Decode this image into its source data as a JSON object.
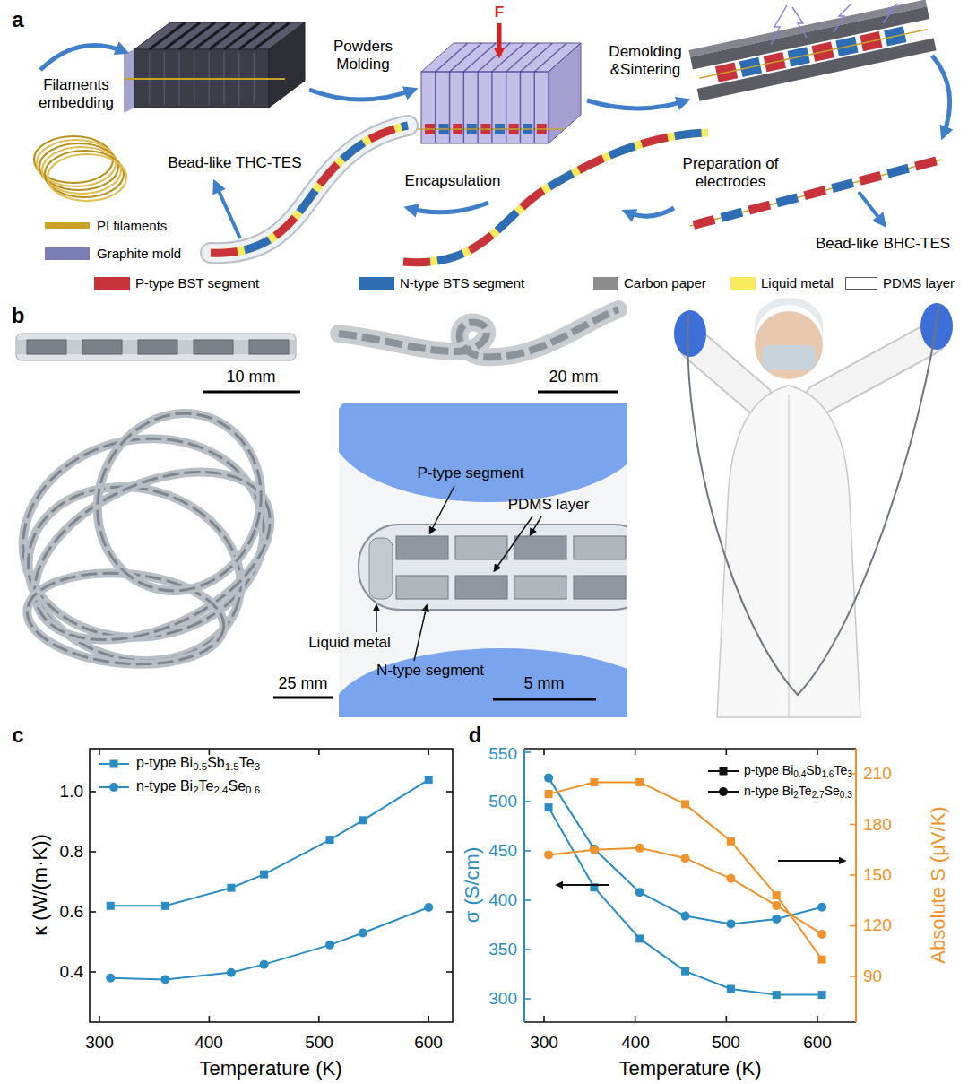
{
  "diagram": {
    "labels": [
      "a",
      "Filaments embedding",
      "Powders Molding",
      "F",
      "Demolding &Sintering",
      "Bead-like THC-TES",
      "Encapsulation",
      "Preparation of electrodes",
      "Bead-like BHC-TES",
      "b",
      "10 mm",
      "20 mm",
      "25 mm",
      "P-type segment",
      "PDMS layer",
      "Liquid metal",
      "N-type segment",
      "5 mm",
      "c",
      "0.4",
      "0.6",
      "0.8",
      "1.0",
      "300",
      "400",
      "500",
      "600",
      "κ (W/(m·K))",
      "Temperature (K)",
      "d",
      "300",
      "350",
      "400",
      "450",
      "500",
      "550",
      "90",
      "120",
      "150",
      "180",
      "210",
      "300",
      "400",
      "500",
      "600",
      "σ (S/cm)",
      "Absolute S (μV/K)",
      "Temperature (K)"
    ],
    "legend": [
      {
        "text": "PI filaments",
        "color": "#c9a227"
      },
      {
        "text": "Graphite mold",
        "color": "#7b7db5"
      },
      {
        "text": "P-type BST segment",
        "color": "#c8323a"
      },
      {
        "text": "N-type BTS segment",
        "color": "#2e6db4"
      },
      {
        "text": "Carbon paper",
        "color": "#8c8c8c"
      },
      {
        "text": "Liquid metal",
        "color": "#f7ea5c"
      },
      {
        "text": "PDMS layer",
        "color": "#ffffff"
      },
      {
        "text": "p-type Bi0.5Sb1.5Te3"
      },
      {
        "text": "n-type Bi2Te2.4Se0.6"
      },
      {
        "text": "p-type Bi0.4Sb1.6Te3"
      },
      {
        "text": "n-type Bi2Te2.7Se0.3"
      }
    ]
  }
}
